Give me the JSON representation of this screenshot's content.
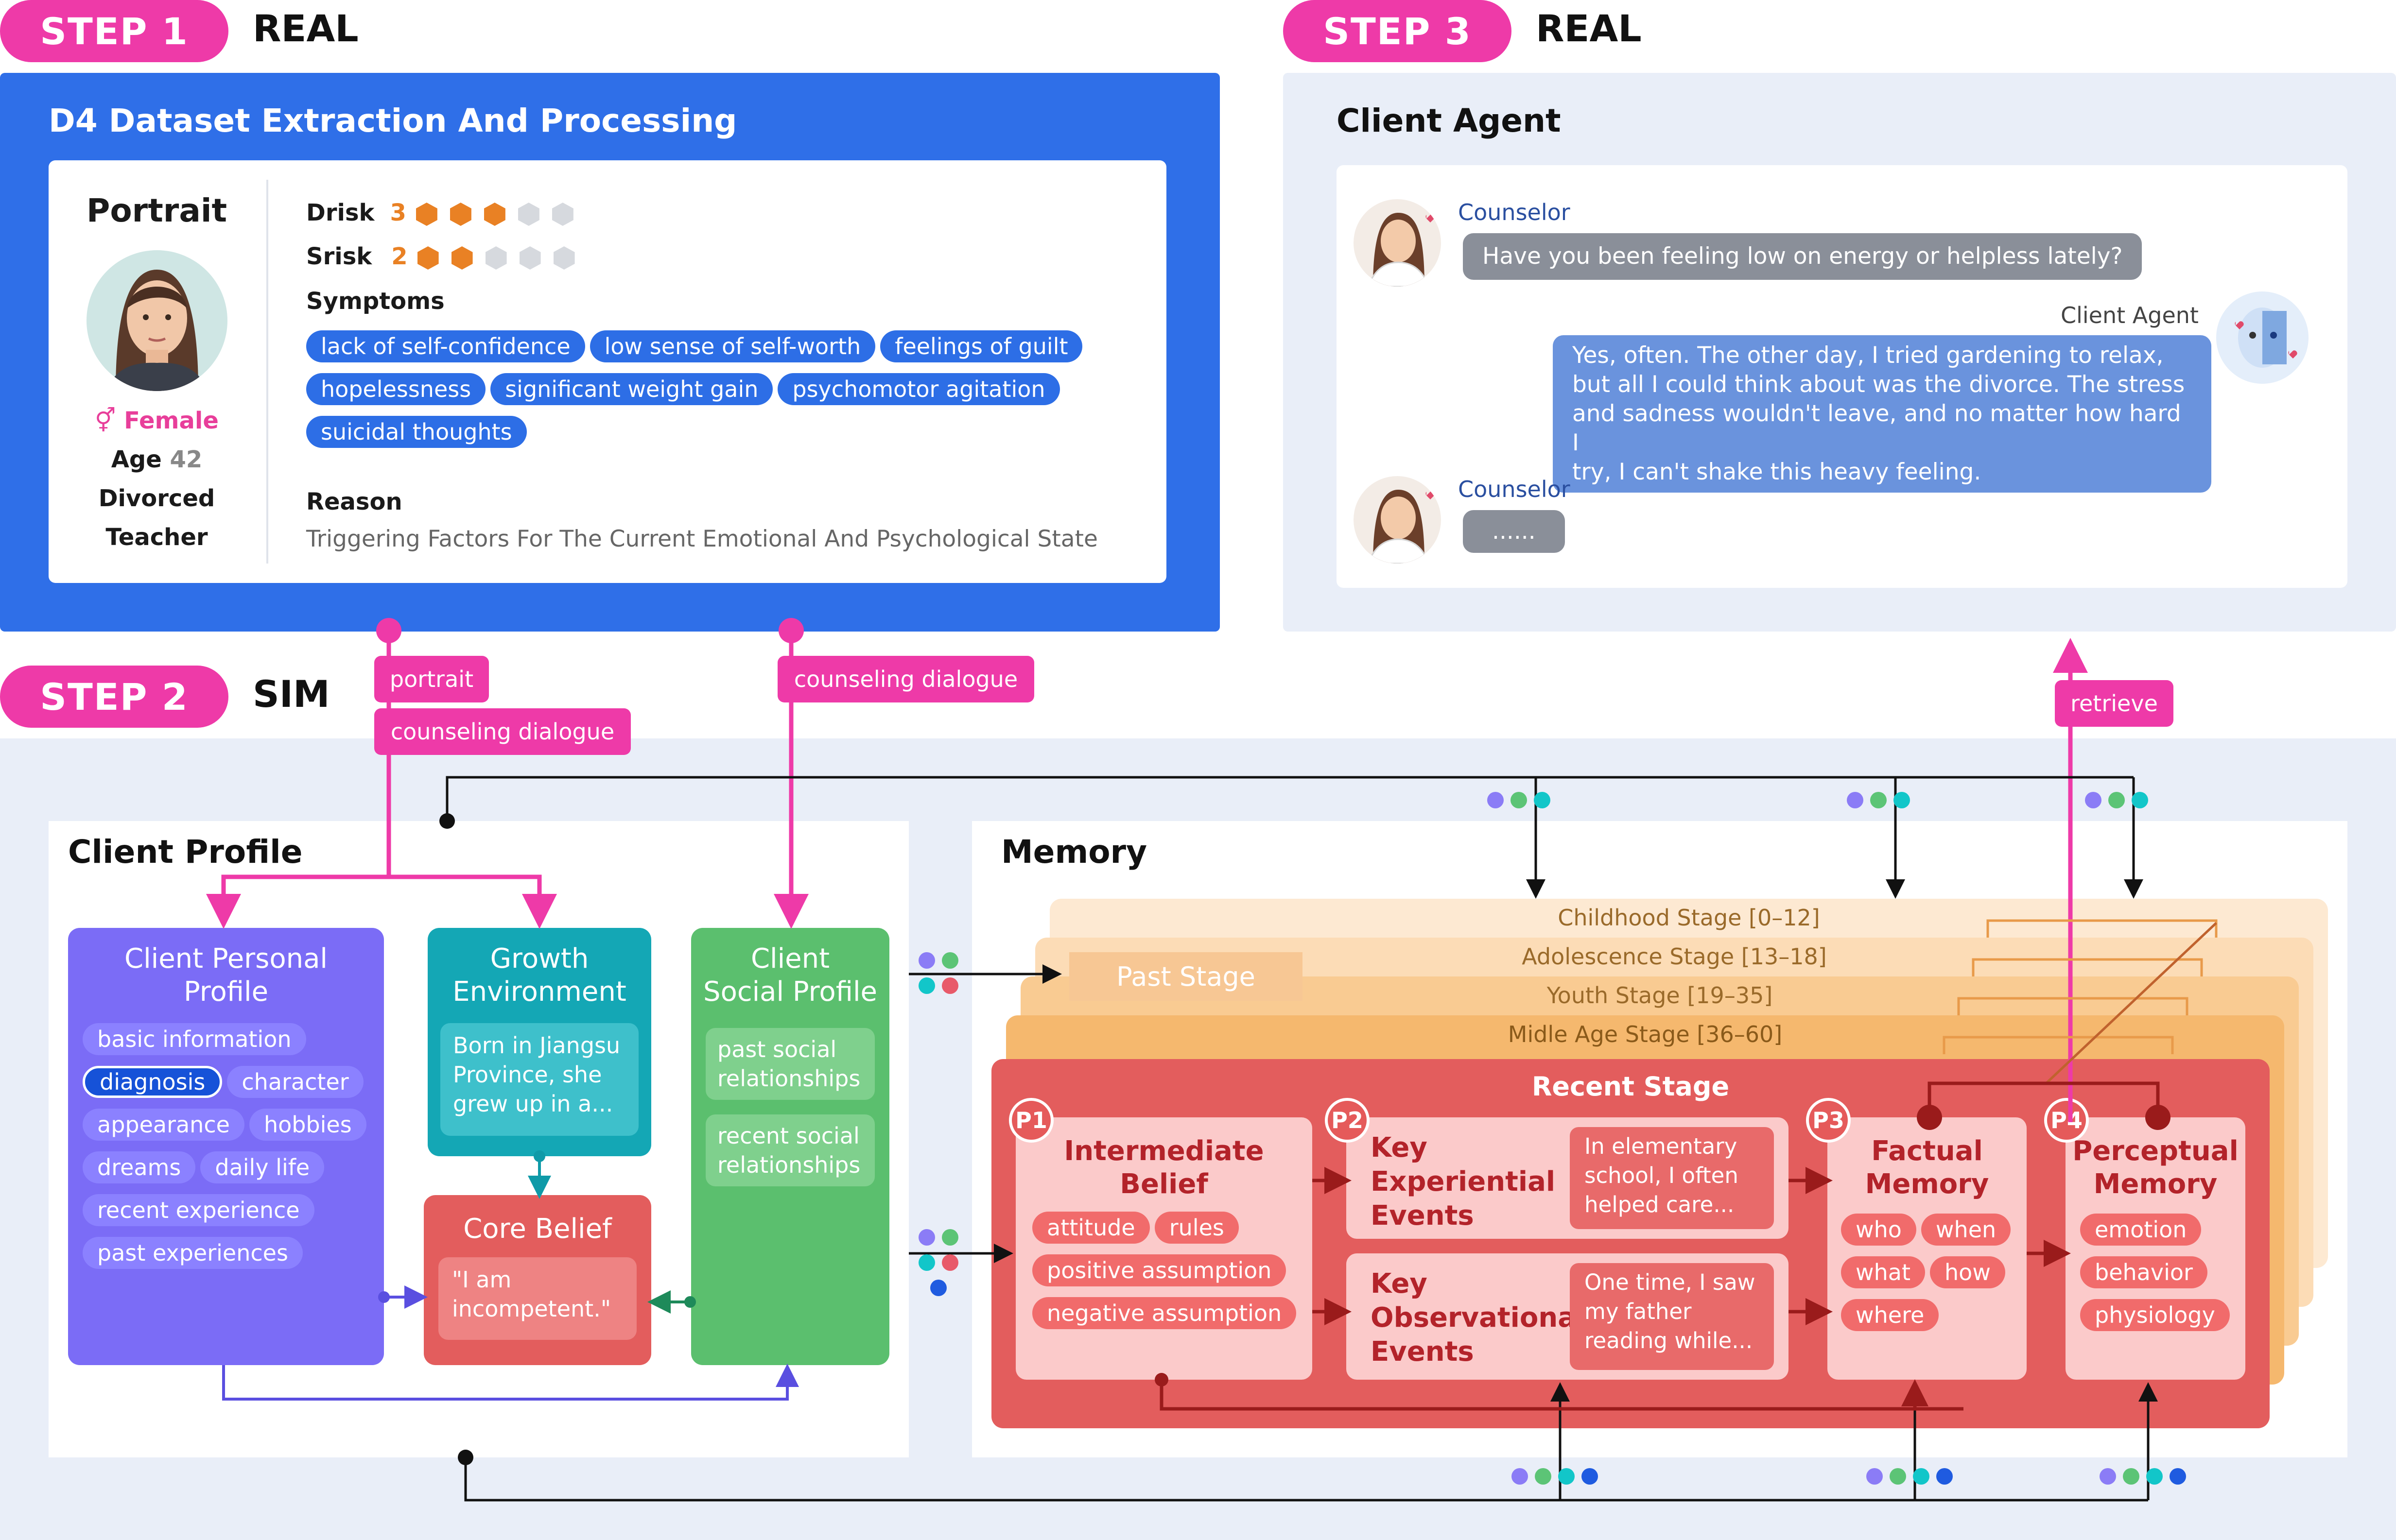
{
  "step1": {
    "pill": "STEP 1",
    "tag": "REAL",
    "panel_title": "D4 Dataset Extraction And Processing"
  },
  "step2": {
    "pill": "STEP 2",
    "tag": "SIM"
  },
  "step3": {
    "pill": "STEP 3",
    "tag": "REAL",
    "panel_title": "Client Agent"
  },
  "portrait": {
    "title": "Portrait",
    "gender": "Female",
    "age_label": "Age",
    "age": "42",
    "marital": "Divorced",
    "job": "Teacher",
    "drisk_label": "Drisk",
    "drisk_value": "3",
    "drisk_level": 3,
    "srisk_label": "Srisk",
    "srisk_value": "2",
    "srisk_level": 2,
    "risk_max": 5,
    "symptoms_label": "Symptoms",
    "symptoms": [
      "lack of self-confidence",
      "low sense of self-worth",
      "feelings of guilt",
      "hopelessness",
      "significant weight gain",
      "psychomotor agitation",
      "suicidal thoughts"
    ],
    "reason_label": "Reason",
    "reason_text": "Triggering Factors For The Current Emotional And Psychological State"
  },
  "chat": {
    "counselor_name": "Counselor",
    "agent_name": "Client Agent",
    "msg1": "Have you been feeling low on energy or helpless lately?",
    "msg2_lines": [
      "Yes, often. The other day, I tried gardening to relax,",
      "but all I could think about was the divorce. The stress",
      "and sadness wouldn't leave, and no matter how hard I",
      "try, I can't shake this heavy feeling."
    ],
    "msg3": "......"
  },
  "flow_tags": {
    "portrait": "portrait",
    "counseling_dialogue_1": "counseling dialogue",
    "counseling_dialogue_2": "counseling dialogue",
    "retrieve": "retrieve"
  },
  "client_profile": {
    "title": "Client Profile",
    "personal": {
      "title_lines": [
        "Client Personal",
        "Profile"
      ],
      "items": [
        "basic information",
        "diagnosis",
        "character",
        "appearance",
        "hobbies",
        "dreams",
        "daily life",
        "recent experience",
        "past experiences"
      ]
    },
    "growth": {
      "title_lines": [
        "Growth",
        "Environment"
      ],
      "text": "Born in Jiangsu Province, she grew up in a..."
    },
    "core": {
      "title": "Core Belief",
      "text": "\"I am incompetent.\""
    },
    "social": {
      "title_lines": [
        "Client",
        "Social Profile"
      ],
      "items": [
        "past social relationships",
        "recent social relationships"
      ]
    }
  },
  "memory": {
    "title": "Memory",
    "past_stage": "Past Stage",
    "stages": [
      "Childhood Stage [0–12]",
      "Adolescence Stage [13–18]",
      "Youth Stage [19–35]",
      "Midle Age Stage [36–60]"
    ],
    "recent_stage": "Recent Stage",
    "p1": {
      "badge": "P1",
      "title_lines": [
        "Intermediate",
        "Belief"
      ],
      "items": [
        "attitude",
        "rules",
        "positive assumption",
        "negative assumption"
      ]
    },
    "p2": {
      "badge": "P2",
      "exp_title_lines": [
        "Key",
        "Experiential",
        "Events"
      ],
      "exp_text": "In elementary school, I often helped care...",
      "obs_title_lines": [
        "Key",
        "Observational",
        "Events"
      ],
      "obs_text": "One time, I saw my father reading while..."
    },
    "p3": {
      "badge": "P3",
      "title_lines": [
        "Factual",
        "Memory"
      ],
      "items": [
        "who",
        "when",
        "what",
        "how",
        "where"
      ]
    },
    "p4": {
      "badge": "P4",
      "title_lines": [
        "Perceptual",
        "Memory"
      ],
      "items": [
        "emotion",
        "behavior",
        "physiology"
      ]
    }
  },
  "colors": {
    "pink": "#ee3aa8",
    "blue": "#2f6fe8",
    "purple": "#7b6cf6",
    "teal": "#14a7b5",
    "green": "#5bbf6e",
    "red": "#e35d5d",
    "dot_purple": "#8b7cf6",
    "dot_green": "#5cc476",
    "dot_teal": "#12c6c9",
    "dot_blue": "#1f5be0"
  }
}
